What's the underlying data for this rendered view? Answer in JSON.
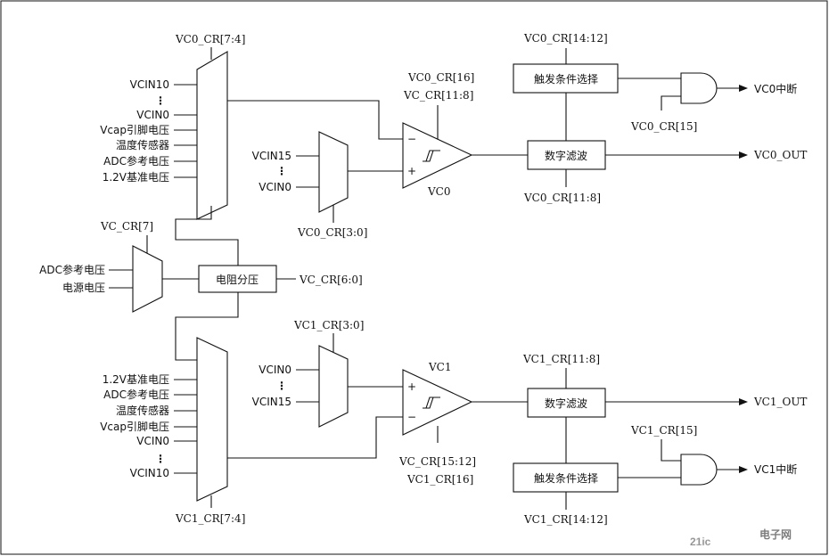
{
  "top": {
    "mux_main_sel": "VC0_CR[7:4]",
    "mux_main_inputs": [
      "VCIN10",
      "VCIN0",
      "Vcap引脚电压",
      "温度传感器",
      "ADC参考电压",
      "1.2V基准电压"
    ],
    "mux_small_inputs": [
      "VCIN15",
      "VCIN0"
    ],
    "mux_small_sel": "VC0_CR[3:0]",
    "comp_ctrl_1": "VC0_CR[16]",
    "comp_ctrl_2": "VC_CR[11:8]",
    "comp_name": "VC0",
    "filter_label": "数字滤波",
    "filter_ctrl": "VC0_CR[11:8]",
    "trigger_label": "触发条件选择",
    "trigger_ctrl": "VC0_CR[14:12]",
    "and_ctrl": "VC0_CR[15]",
    "irq_out": "VC0中断",
    "out": "VC0_OUT"
  },
  "middle": {
    "mux_sel": "VC_CR[7]",
    "mux_inputs": [
      "ADC参考电压",
      "电源电压"
    ],
    "divider_label": "电阻分压",
    "divider_ctrl": "VC_CR[6:0]"
  },
  "bottom": {
    "mux_small_sel": "VC1_CR[3:0]",
    "mux_small_inputs": [
      "VCIN0",
      "VCIN15"
    ],
    "mux_main_inputs": [
      "1.2V基准电压",
      "ADC参考电压",
      "温度传感器",
      "Vcap引脚电压",
      "VCIN0",
      "VCIN10"
    ],
    "mux_main_sel": "VC1_CR[7:4]",
    "comp_name": "VC1",
    "comp_ctrl_1": "VC_CR[15:12]",
    "comp_ctrl_2": "VC1_CR[16]",
    "filter_label": "数字滤波",
    "filter_ctrl": "VC1_CR[11:8]",
    "trigger_label": "触发条件选择",
    "trigger_ctrl": "VC1_CR[14:12]",
    "and_ctrl": "VC1_CR[15]",
    "irq_out": "VC1中断",
    "out": "VC1_OUT"
  },
  "watermark": {
    "logo": "21ic",
    "site": "电子网"
  },
  "colors": {
    "line": "#111111",
    "watermark": "#c9c9c9"
  }
}
